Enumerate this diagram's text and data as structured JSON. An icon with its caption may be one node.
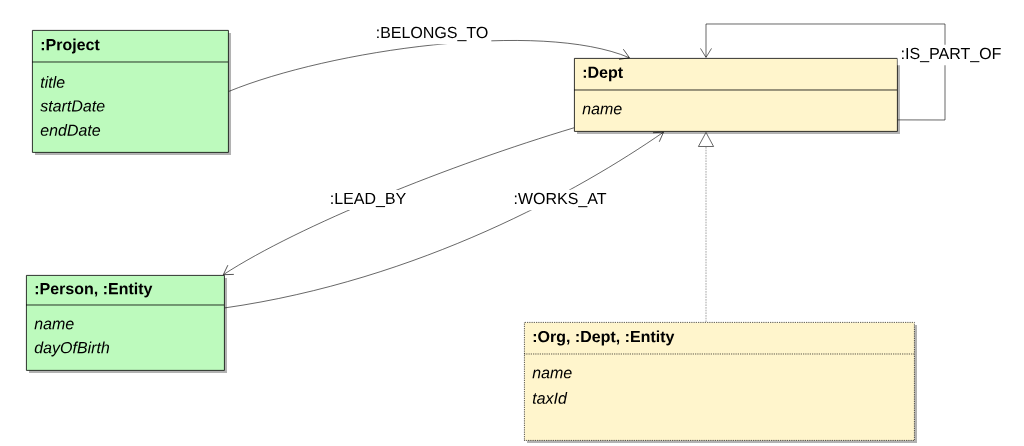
{
  "diagram": {
    "nodes": [
      {
        "text": [
          ":Project",
          "title",
          "startDate",
          "endDate"
        ]
      },
      {
        "text": [
          ":Dept",
          "name"
        ]
      },
      {
        "text": [
          ":Person, :Entity",
          "name",
          "dayOfBirth"
        ]
      },
      {
        "text": [
          ":Org, :Dept, :Entity",
          "name",
          "taxId"
        ]
      }
    ],
    "edges": [
      {
        "from": 0,
        "to": 1,
        "arrow": "to",
        "label": ":BELONGS_TO"
      },
      {
        "from": 1,
        "to": 2,
        "arrow": "to",
        "label": ":LEAD_BY"
      },
      {
        "from": 2,
        "to": 1,
        "arrow": "to",
        "label": ":WORKS_AT"
      },
      {
        "from": 1,
        "to": 1,
        "arrow": "to",
        "label": ":IS_PART_OF"
      },
      {
        "from": 3,
        "to": 1,
        "arrow": "to",
        "style": "dashed"
      }
    ]
  }
}
